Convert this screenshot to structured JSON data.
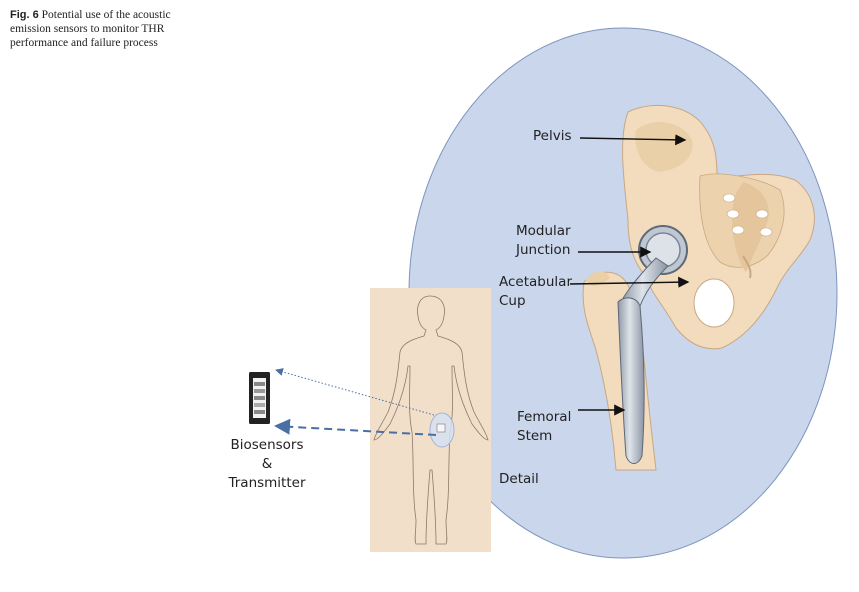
{
  "caption": {
    "fig_label": "Fig. 6",
    "text": "Potential use of the acoustic emission sensors to monitor THR performance and failure process"
  },
  "labels": {
    "pelvis": "Pelvis",
    "modular_line1": "Modular",
    "modular_line2": "Junction",
    "acetabular_line1": "Acetabular",
    "acetabular_line2": "Cup",
    "femoral_line1": "Femoral",
    "femoral_line2": "Stem",
    "detail": "Detail",
    "biosensors": "Biosensors",
    "amp": "&",
    "transmitter": "Transmitter"
  },
  "colors": {
    "detail_circle": "#c9d6ec",
    "bone": "#f2dcbd",
    "body_panel": "#f2dfc9",
    "arrow_blue": "#4a6fa5"
  }
}
